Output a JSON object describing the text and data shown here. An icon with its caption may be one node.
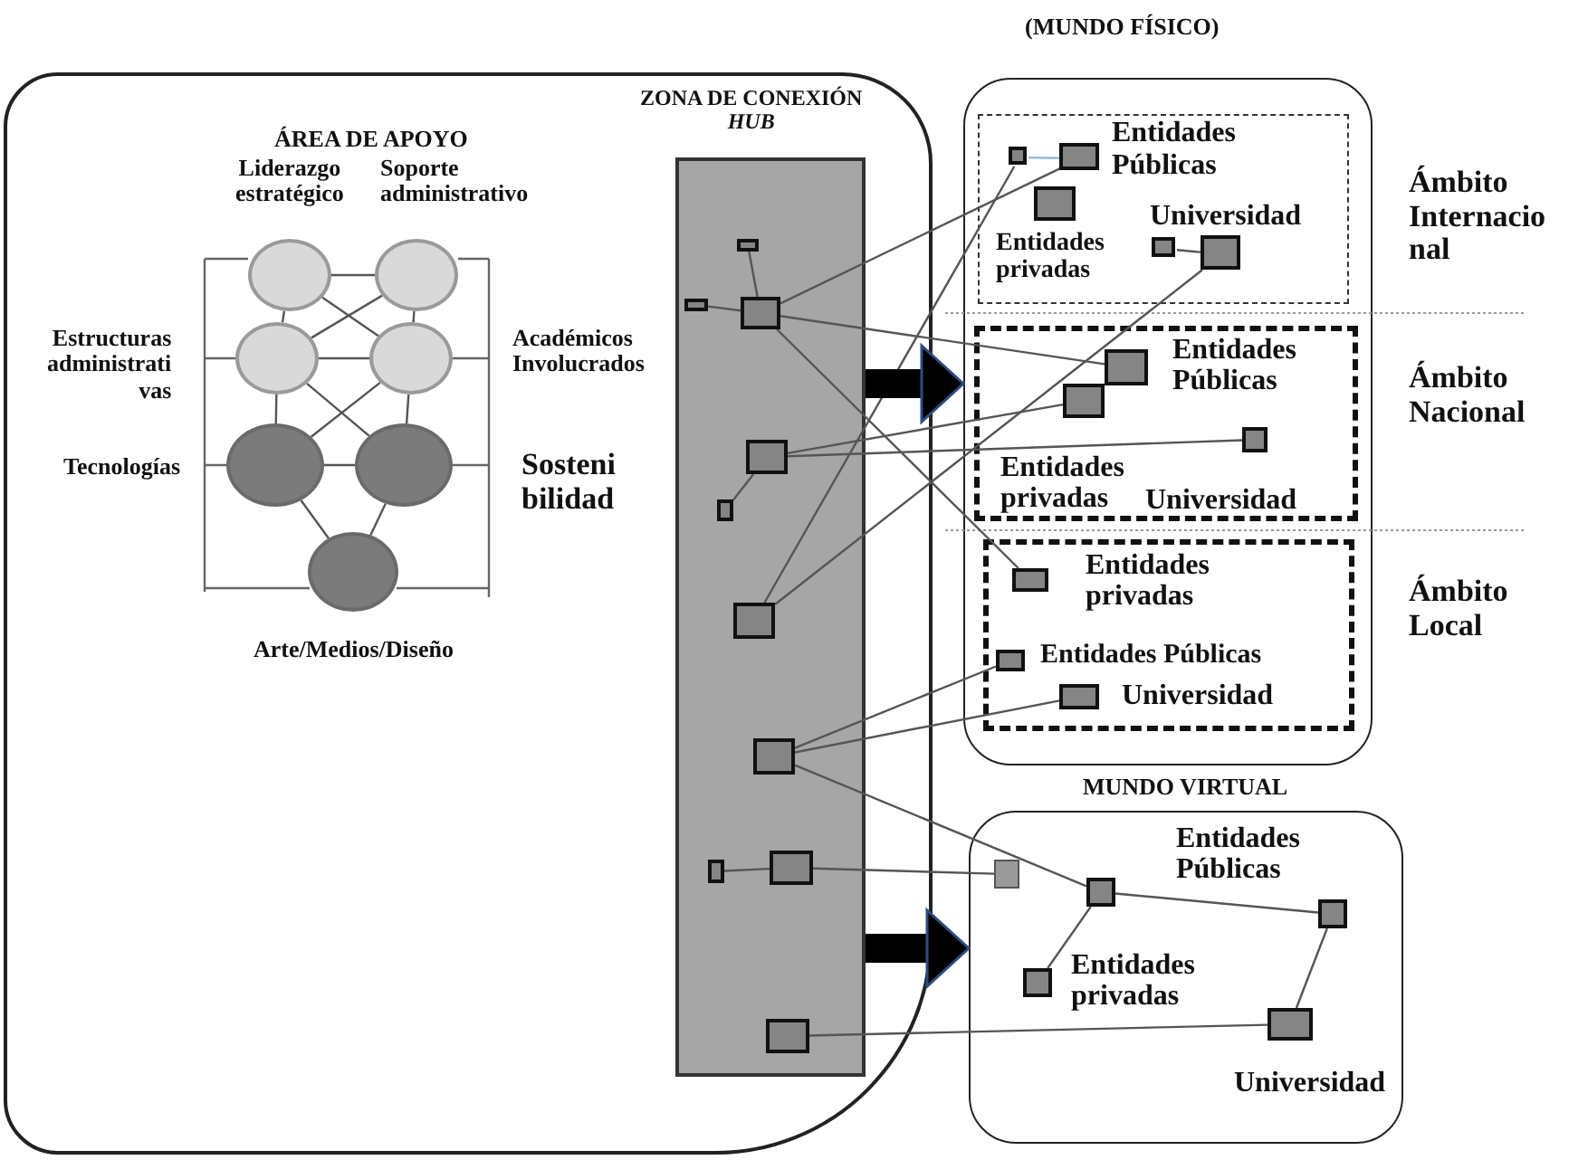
{
  "diagram": {
    "nodes": [
      {
        "text": [],
        "shape": "box"
      },
      {
        "text": [
          "Liderazgo estratégico"
        ],
        "in": 0
      },
      {
        "text": [
          "Soporte administrativo"
        ],
        "in": 0
      },
      {
        "text": [
          "Estructuras administrati vas"
        ],
        "in": 0
      },
      {
        "text": [
          "Académicos Involucrados"
        ],
        "in": 0
      },
      {
        "text": [
          "Tecnologías"
        ],
        "in": 0
      },
      {
        "text": [
          "Sosteni bilidad"
        ],
        "in": 0
      },
      {
        "text": [
          "Arte/Medios/Diseño"
        ],
        "in": 0
      },
      {
        "text": [
          "ZONA DE CONEXIÓN *HUB*"
        ],
        "in": 0
      },
      {
        "text": [],
        "shape": "box",
        "in": 8
      },
      {
        "text": [],
        "shape": "box",
        "in": 8
      },
      {
        "text": [],
        "shape": "box",
        "in": 8
      },
      {
        "text": [],
        "shape": "box",
        "in": 8
      },
      {
        "text": [],
        "shape": "box",
        "in": 8
      },
      {
        "text": [],
        "shape": "box",
        "in": 8
      },
      {
        "text": [],
        "shape": "box",
        "in": 8
      },
      {
        "text": [],
        "shape": "box",
        "in": 8
      },
      {
        "text": [],
        "shape": "box",
        "in": 8
      },
      {
        "text": [],
        "shape": "box",
        "in": 8
      },
      {
        "text": [
          "(MUNDO FÍSICO)"
        ]
      },
      {
        "text": [
          "Entidades Públicas",
          "Universidad",
          "Entidades privadas"
        ],
        "in": 19
      },
      {
        "text": [],
        "shape": "box",
        "in": 20
      },
      {
        "text": [],
        "shape": "box",
        "in": 20
      },
      {
        "text": [],
        "shape": "box",
        "in": 20
      },
      {
        "text": [],
        "shape": "box",
        "in": 20
      },
      {
        "text": [],
        "shape": "box",
        "in": 20
      },
      {
        "text": [
          "Entidades Públicas",
          "Entidades privadas",
          "Universidad"
        ],
        "in": 19
      },
      {
        "text": [],
        "shape": "box",
        "in": 26
      },
      {
        "text": [],
        "shape": "box",
        "in": 26
      },
      {
        "text": [],
        "shape": "box",
        "in": 26
      },
      {
        "text": [
          "Entidades privadas",
          "Entidades Públicas",
          "Universidad"
        ],
        "in": 19
      },
      {
        "text": [],
        "shape": "box",
        "in": 30
      },
      {
        "text": [],
        "shape": "box",
        "in": 30
      },
      {
        "text": [],
        "shape": "box",
        "in": 30
      },
      {
        "text": [
          "MUNDO VIRTUAL",
          "Entidades Públicas",
          "Entidades privadas",
          "Universidad"
        ]
      },
      {
        "text": [],
        "shape": "box",
        "in": 34
      },
      {
        "text": [],
        "shape": "box",
        "in": 34
      },
      {
        "text": [],
        "shape": "box",
        "in": 34
      },
      {
        "text": [],
        "shape": "box",
        "in": 34
      },
      {
        "text": [],
        "shape": "box",
        "in": 34
      }
    ],
    "edges": [
      {
        "from": 1,
        "to": 2,
        "arrow": "none"
      },
      {
        "from": 1,
        "to": 3,
        "arrow": "none"
      },
      {
        "from": 2,
        "to": 4,
        "arrow": "none"
      },
      {
        "from": 1,
        "to": 4,
        "arrow": "none"
      },
      {
        "from": 2,
        "to": 3,
        "arrow": "none"
      },
      {
        "from": 3,
        "to": 4,
        "arrow": "none"
      },
      {
        "from": 3,
        "to": 5,
        "arrow": "none"
      },
      {
        "from": 4,
        "to": 6,
        "arrow": "none"
      },
      {
        "from": 3,
        "to": 6,
        "arrow": "none"
      },
      {
        "from": 4,
        "to": 5,
        "arrow": "none"
      },
      {
        "from": 5,
        "to": 6,
        "arrow": "none"
      },
      {
        "from": 5,
        "to": 7,
        "arrow": "none"
      },
      {
        "from": 6,
        "to": 7,
        "arrow": "none"
      },
      {
        "from": 9,
        "to": 11,
        "arrow": "none"
      },
      {
        "from": 10,
        "to": 11,
        "arrow": "none"
      },
      {
        "from": 11,
        "to": 22,
        "arrow": "none"
      },
      {
        "from": 11,
        "to": 27,
        "arrow": "none"
      },
      {
        "from": 11,
        "to": 31,
        "arrow": "none"
      },
      {
        "from": 21,
        "to": 22,
        "arrow": "none",
        "color": "#8fb8dc"
      },
      {
        "from": 12,
        "to": 28,
        "arrow": "none"
      },
      {
        "from": 12,
        "to": 29,
        "arrow": "none"
      },
      {
        "from": 12,
        "to": 13,
        "arrow": "none"
      },
      {
        "from": 14,
        "to": 21,
        "arrow": "none"
      },
      {
        "from": 14,
        "to": 25,
        "arrow": "none"
      },
      {
        "from": 24,
        "to": 25,
        "arrow": "none"
      },
      {
        "from": 15,
        "to": 32,
        "arrow": "none"
      },
      {
        "from": 15,
        "to": 33,
        "arrow": "none"
      },
      {
        "from": 15,
        "to": 36,
        "arrow": "none"
      },
      {
        "from": 16,
        "to": 17,
        "arrow": "none"
      },
      {
        "from": 17,
        "to": 35,
        "arrow": "none"
      },
      {
        "from": 18,
        "to": 39,
        "arrow": "none"
      },
      {
        "from": 36,
        "to": 37,
        "arrow": "none"
      },
      {
        "from": 36,
        "to": 38,
        "arrow": "none"
      },
      {
        "from": 37,
        "to": 39,
        "arrow": "none"
      },
      {
        "from": 8,
        "to": 19,
        "arrow": "to",
        "style": "thick"
      },
      {
        "from": 8,
        "to": 34,
        "arrow": "to",
        "style": "thick"
      }
    ],
    "labels": [
      "ÁREA DE APOYO",
      "Ámbito Internacio nal",
      "Ámbito Nacional",
      "Ámbito Local"
    ]
  }
}
